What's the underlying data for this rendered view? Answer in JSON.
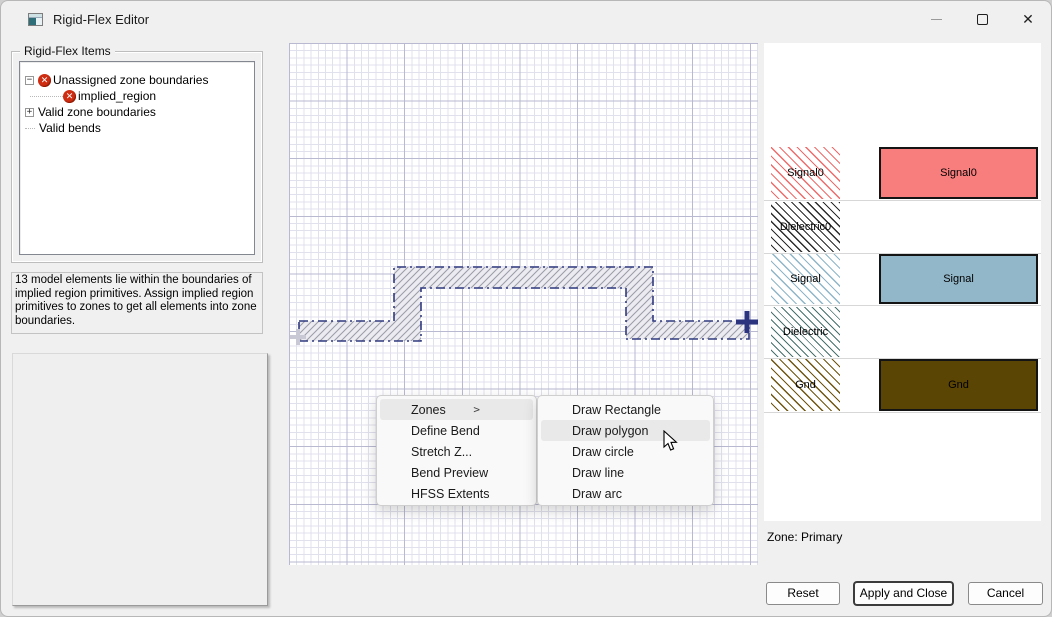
{
  "window": {
    "title": "Rigid-Flex Editor",
    "icons": {
      "close": "✕",
      "submenu_arrow": ">",
      "error_mark": "✕",
      "collapse": "−",
      "expand": "+"
    }
  },
  "sidebar": {
    "group_title": "Rigid-Flex Items",
    "tree_items": [
      {
        "label": "Unassigned zone boundaries",
        "expander": "−",
        "status": "error"
      },
      {
        "label": "implied_region",
        "status": "error",
        "child_of": "Unassigned zone boundaries"
      },
      {
        "label": "Valid zone boundaries",
        "expander": "+"
      },
      {
        "label": "Valid bends"
      }
    ],
    "warning_text": "13 model elements lie within the boundaries of implied region primitives.  Assign implied region primitives to zones to get all elements into zone boundaries."
  },
  "context_menu": {
    "items": [
      {
        "label": "Zones",
        "has_submenu": true,
        "highlighted": true
      },
      {
        "label": "Define Bend"
      },
      {
        "label": "Stretch Z..."
      },
      {
        "label": "Bend Preview"
      },
      {
        "label": "HFSS Extents"
      }
    ]
  },
  "submenu": {
    "items": [
      {
        "label": "Draw Rectangle"
      },
      {
        "label": "Draw polygon",
        "highlighted": true
      },
      {
        "label": "Draw circle"
      },
      {
        "label": "Draw line"
      },
      {
        "label": "Draw arc"
      }
    ]
  },
  "stackup": {
    "layers": [
      {
        "name": "Signal0",
        "type": "signal",
        "hatch_color": "#ef6b6b",
        "zone_fill": "#f87e7e",
        "has_zone_box": true
      },
      {
        "name": "Dielectric0",
        "type": "dielectric",
        "hatch_color": "#2b2b2b",
        "has_zone_box": false
      },
      {
        "name": "Signal",
        "type": "signal",
        "hatch_color": "#8fb6c8",
        "zone_fill": "#92b7c9",
        "has_zone_box": true
      },
      {
        "name": "Dielectric",
        "type": "dielectric",
        "hatch_color": "#47726e",
        "has_zone_box": false
      },
      {
        "name": "Gnd",
        "type": "ground",
        "hatch_color": "#6f5510",
        "zone_fill": "#5b4504",
        "has_zone_box": true
      }
    ],
    "zone_label": "Zone: Primary"
  },
  "canvas_colors": {
    "grid_minor": "#e1e1ed",
    "grid_major": "#b9b9d2",
    "outline": "#313a7e",
    "hatch": "#9c9ca6",
    "crosshair": "#2c3480"
  },
  "footer": {
    "reset_label": "Reset",
    "apply_label": "Apply and Close",
    "cancel_label": "Cancel"
  }
}
